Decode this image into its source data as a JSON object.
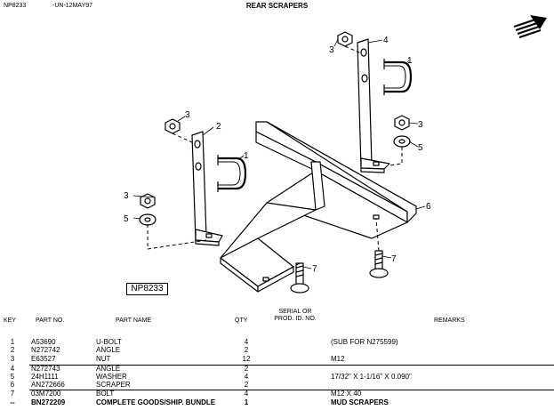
{
  "header": {
    "image_id": "NP8233",
    "date_code": "-UN-12MAY97",
    "title": "REAR SCRAPERS"
  },
  "figure_label": "NP8233",
  "callouts": [
    "1",
    "2",
    "3",
    "3",
    "3",
    "4",
    "1",
    "3",
    "5",
    "5",
    "6",
    "7",
    "7"
  ],
  "table": {
    "headers": {
      "key": "KEY",
      "part_no": "PART NO.",
      "part_name": "PART NAME",
      "qty": "QTY",
      "serial_1": "SERIAL OR",
      "serial_2": "PROD. ID. NO.",
      "remarks": "REMARKS"
    },
    "rows": [
      {
        "key": "1",
        "part_no": "A53690",
        "part_name": "U-BOLT",
        "qty": "4",
        "remarks": "(SUB FOR N275599)"
      },
      {
        "key": "2",
        "part_no": "N272742",
        "part_name": "ANGLE",
        "qty": "2",
        "remarks": ""
      },
      {
        "key": "3",
        "part_no": "E63527",
        "part_name": "NUT",
        "qty": "12",
        "remarks": "M12"
      },
      {
        "key": "4",
        "part_no": "N272743",
        "part_name": "ANGLE",
        "qty": "2",
        "remarks": ""
      },
      {
        "key": "5",
        "part_no": "24H1111",
        "part_name": "WASHER",
        "qty": "4",
        "remarks": "17/32\" X 1-1/16\" X 0.090\""
      },
      {
        "key": "6",
        "part_no": "AN272666",
        "part_name": "SCRAPER",
        "qty": "2",
        "remarks": ""
      },
      {
        "key": "7",
        "part_no": "03M7200",
        "part_name": "BOLT",
        "qty": "4",
        "remarks": "M12 X 40"
      },
      {
        "key": "--",
        "part_no": "BN272209",
        "part_name": "COMPLETE GOODS/SHIP. BUNDLE",
        "qty": "1",
        "remarks": "MUD SCRAPERS"
      }
    ]
  }
}
